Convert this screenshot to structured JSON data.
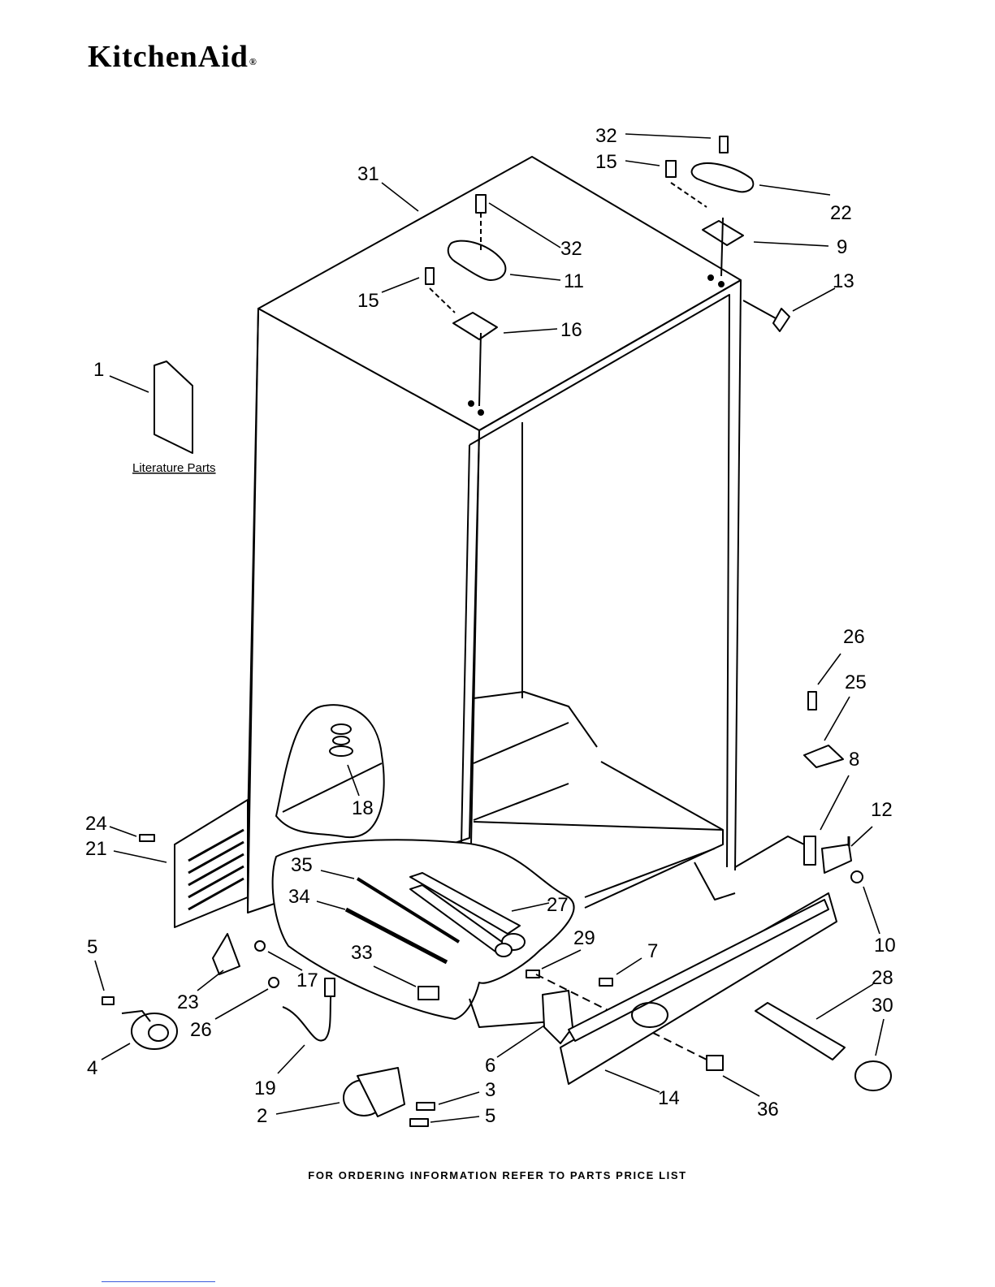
{
  "brand": {
    "name": "KitchenAid",
    "registered": "®"
  },
  "literature_label": "Literature Parts",
  "footer_text": "FOR ORDERING INFORMATION REFER TO PARTS PRICE LIST",
  "callouts": [
    "31",
    "32",
    "15",
    "22",
    "32",
    "9",
    "11",
    "13",
    "15",
    "16",
    "1",
    "26",
    "25",
    "18",
    "8",
    "24",
    "12",
    "21",
    "35",
    "34",
    "27",
    "10",
    "29",
    "7",
    "5",
    "33",
    "28",
    "17",
    "30",
    "23",
    "26",
    "4",
    "6",
    "19",
    "3",
    "14",
    "36",
    "2",
    "5"
  ]
}
